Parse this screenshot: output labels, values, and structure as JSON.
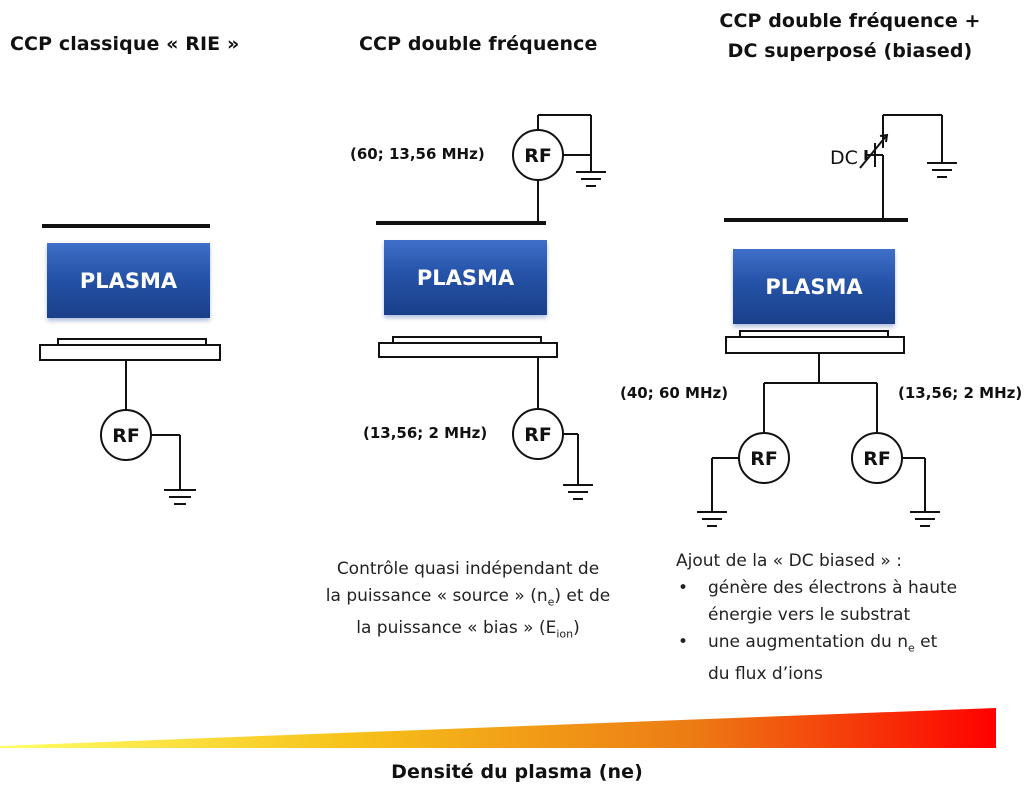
{
  "columns": [
    {
      "title_line1": "CCP classique « RIE »",
      "plasma_label": "PLASMA",
      "rf_lower": "RF"
    },
    {
      "title_line1": "CCP double fréquence",
      "plasma_label": "PLASMA",
      "rf_upper": "RF",
      "rf_upper_label": "(60; 13,56 MHz)",
      "rf_lower": "RF",
      "rf_lower_label": "(13,56; 2 MHz)",
      "description": {
        "line1": "Contrôle quasi indépendant de",
        "line2_prefix": "la puissance « source » (n",
        "line2_sub": "e",
        "line2_suffix": ") et de",
        "line3_prefix": "la puissance « bias » (E",
        "line3_sub": "ion",
        "line3_suffix": ")"
      }
    },
    {
      "title_line1": "CCP double fréquence +",
      "title_line2": "DC superposé (biased)",
      "plasma_label": "PLASMA",
      "dc_label": "DC",
      "rf_left": "RF",
      "rf_left_label": "(40; 60 MHz)",
      "rf_right": "RF",
      "rf_right_label": "(13,56; 2 MHz)",
      "description": {
        "intro": "Ajout de la « DC biased » :",
        "bullet1_line1": "génère des électrons à haute",
        "bullet1_line2": "énergie vers le substrat",
        "bullet2_line1_prefix": "une augmentation du n",
        "bullet2_line1_sub": "e",
        "bullet2_line1_suffix": " et",
        "bullet2_line2": "du flux d’ions"
      }
    }
  ],
  "axis": {
    "label": "Densité du plasma (ne)"
  },
  "colors": {
    "plasma_blue": "#2553a8",
    "gradient_start": "#ffff66",
    "gradient_mid": "#f39c12",
    "gradient_end": "#ff0000"
  }
}
